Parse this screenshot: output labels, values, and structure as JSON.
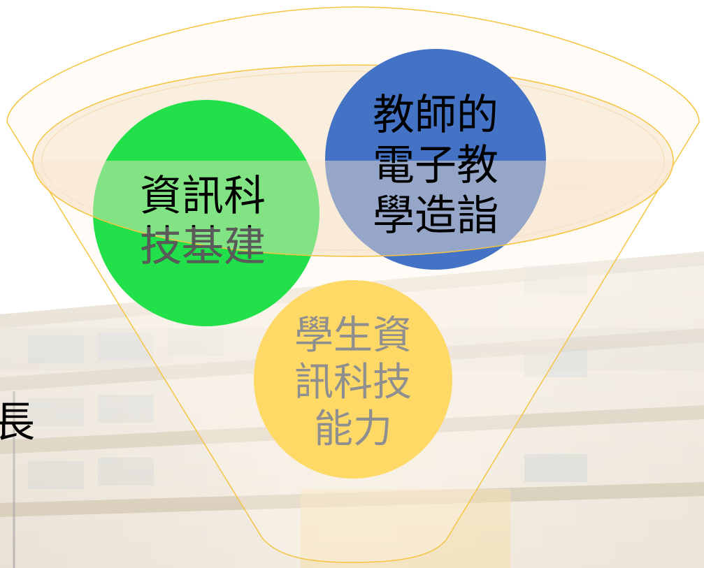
{
  "diagram": {
    "type": "funnel",
    "circles": [
      {
        "id": "infra",
        "label": "資訊科\n技基建",
        "color": "#22e04a"
      },
      {
        "id": "teacher",
        "label": "教師的\n電子教\n學造詣",
        "color": "#4472c4"
      },
      {
        "id": "student",
        "label": "學生資\n訊科技\n能力",
        "color": "#ffd966"
      }
    ],
    "funnel_color": "#f5c542",
    "background": "building-photo"
  },
  "edge_text": "長"
}
